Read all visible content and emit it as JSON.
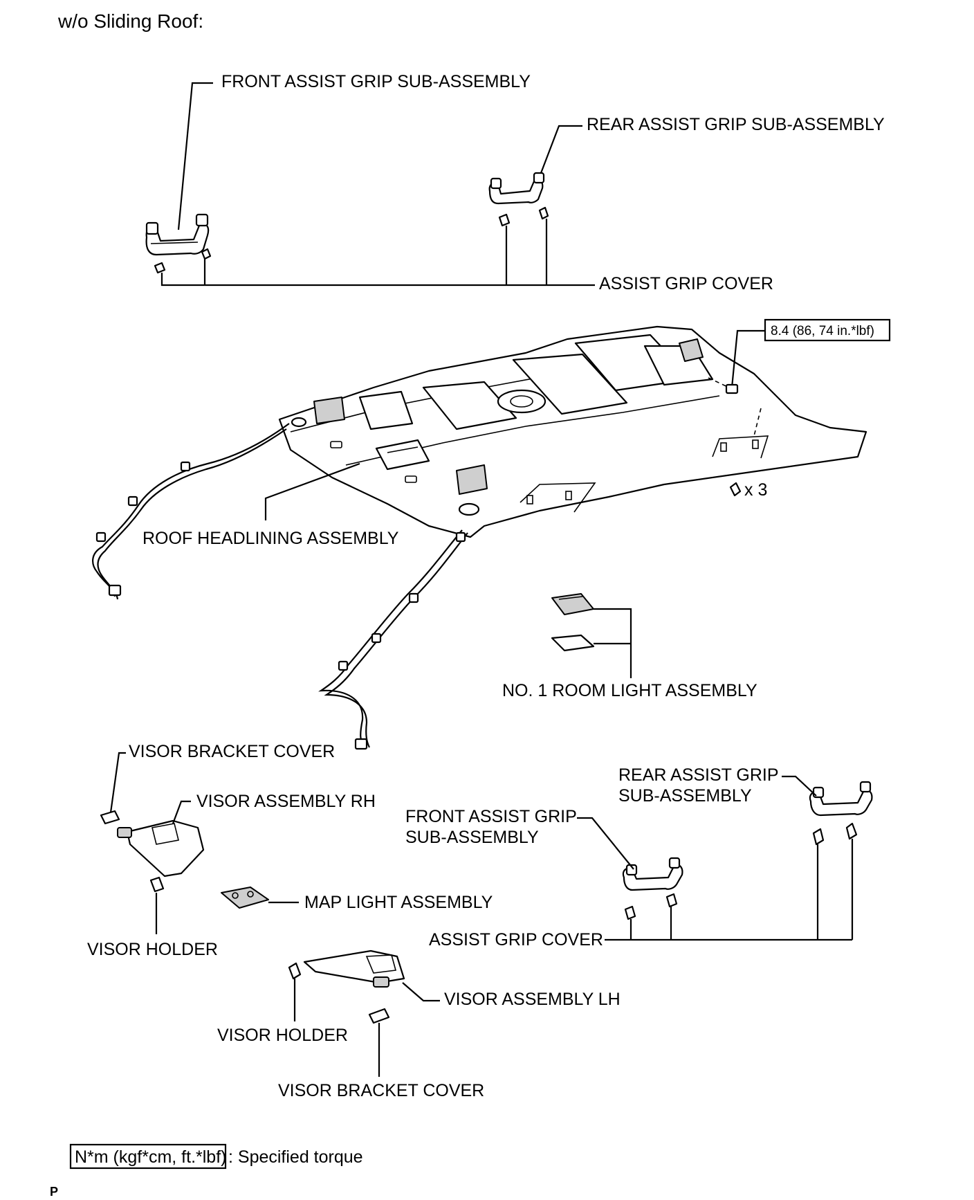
{
  "header": {
    "title": "w/o Sliding Roof:"
  },
  "labels": {
    "front_grip_top": "FRONT ASSIST GRIP SUB-ASSEMBLY",
    "rear_grip_top": "REAR ASSIST GRIP SUB-ASSEMBLY",
    "grip_cover_top": "ASSIST GRIP COVER",
    "torque_value": "8.4 (86, 74 in.*lbf)",
    "clip_count": "x 3",
    "roof_headlining": "ROOF HEADLINING ASSEMBLY",
    "room_light": "NO. 1 ROOM LIGHT ASSEMBLY",
    "visor_bracket_cover_top": "VISOR BRACKET COVER",
    "visor_rh": "VISOR ASSEMBLY RH",
    "rear_grip_bottom_line1": "REAR ASSIST GRIP",
    "rear_grip_bottom_line2": "SUB-ASSEMBLY",
    "front_grip_bottom_line1": "FRONT ASSIST GRIP",
    "front_grip_bottom_line2": "SUB-ASSEMBLY",
    "map_light": "MAP LIGHT ASSEMBLY",
    "visor_holder_left": "VISOR HOLDER",
    "grip_cover_bottom": "ASSIST GRIP COVER",
    "visor_lh": "VISOR ASSEMBLY LH",
    "visor_holder_center": "VISOR HOLDER",
    "visor_bracket_cover_bottom": "VISOR BRACKET COVER"
  },
  "legend": {
    "torque_unit_box": "N*m (kgf*cm, ft.*lbf)",
    "torque_desc": ": Specified torque"
  },
  "footer": {
    "page_mark": "P"
  }
}
